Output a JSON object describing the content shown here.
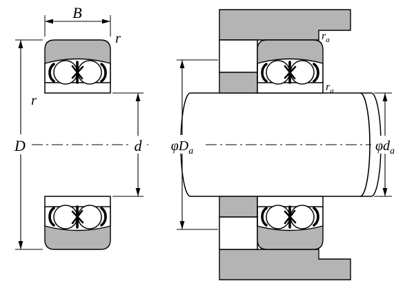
{
  "colors": {
    "shade": "#b4b4b4",
    "background": "#ffffff",
    "line": "#000000"
  },
  "left_view": {
    "width_label": "B",
    "outer_diameter_label": "D",
    "bore_label": "d",
    "outer_corner_radius_label": "r",
    "inner_corner_radius_label": "r"
  },
  "right_view": {
    "housing_abutment_dia_prefix": "φD",
    "housing_abutment_dia_sub": "a",
    "shaft_abutment_dia_prefix": "φd",
    "shaft_abutment_dia_sub": "a",
    "housing_fillet_prefix": "r",
    "housing_fillet_sub": "a",
    "shaft_fillet_prefix": "r",
    "shaft_fillet_sub": "a"
  }
}
